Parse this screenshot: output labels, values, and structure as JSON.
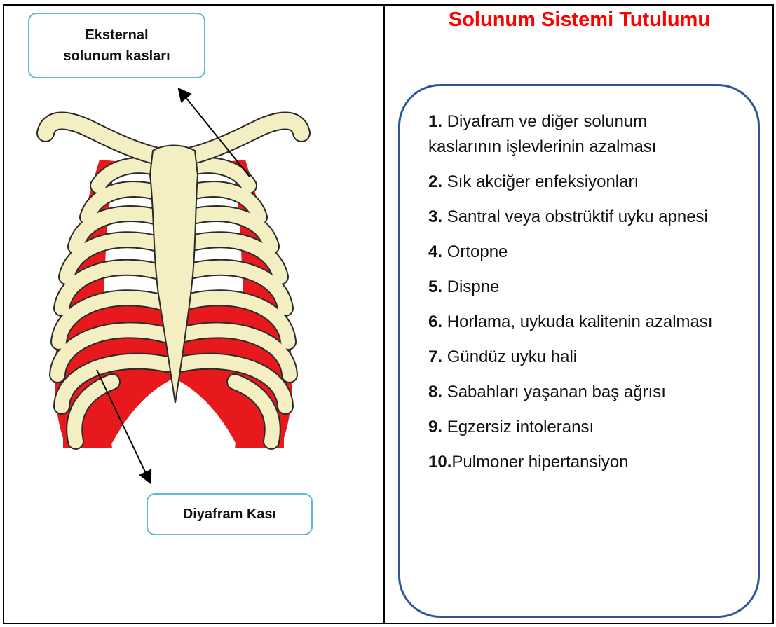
{
  "title": "Solunum Sistemi Tutulumu",
  "callouts": {
    "top_line1": "Eksternal",
    "top_line2": "solunum kasları",
    "bottom": "Diyafram Kası"
  },
  "colors": {
    "title": "#ff0000",
    "muscle": "#e8191c",
    "bone": "#f4efc2",
    "callout_border": "#5fb8d8",
    "list_border": "#2f5597"
  },
  "items": [
    {
      "num": "1.",
      "text": "Diyafram ve diğer solunum kaslarının işlevlerinin azalması"
    },
    {
      "num": "2.",
      "text": "Sık akciğer enfeksiyonları"
    },
    {
      "num": "3.",
      "text": "Santral veya obstrüktif uyku apnesi"
    },
    {
      "num": "4.",
      "text": "Ortopne"
    },
    {
      "num": "5.",
      "text": "Dispne"
    },
    {
      "num": "6.",
      "text": "Horlama, uykuda kalitenin azalması"
    },
    {
      "num": "7.",
      "text": "Gündüz uyku hali"
    },
    {
      "num": "8.",
      "text": "Sabahları yaşanan baş ağrısı"
    },
    {
      "num": "9.",
      "text": "Egzersiz intoleransı"
    },
    {
      "num": "10.",
      "text": "Pulmoner hipertansiyon"
    }
  ]
}
